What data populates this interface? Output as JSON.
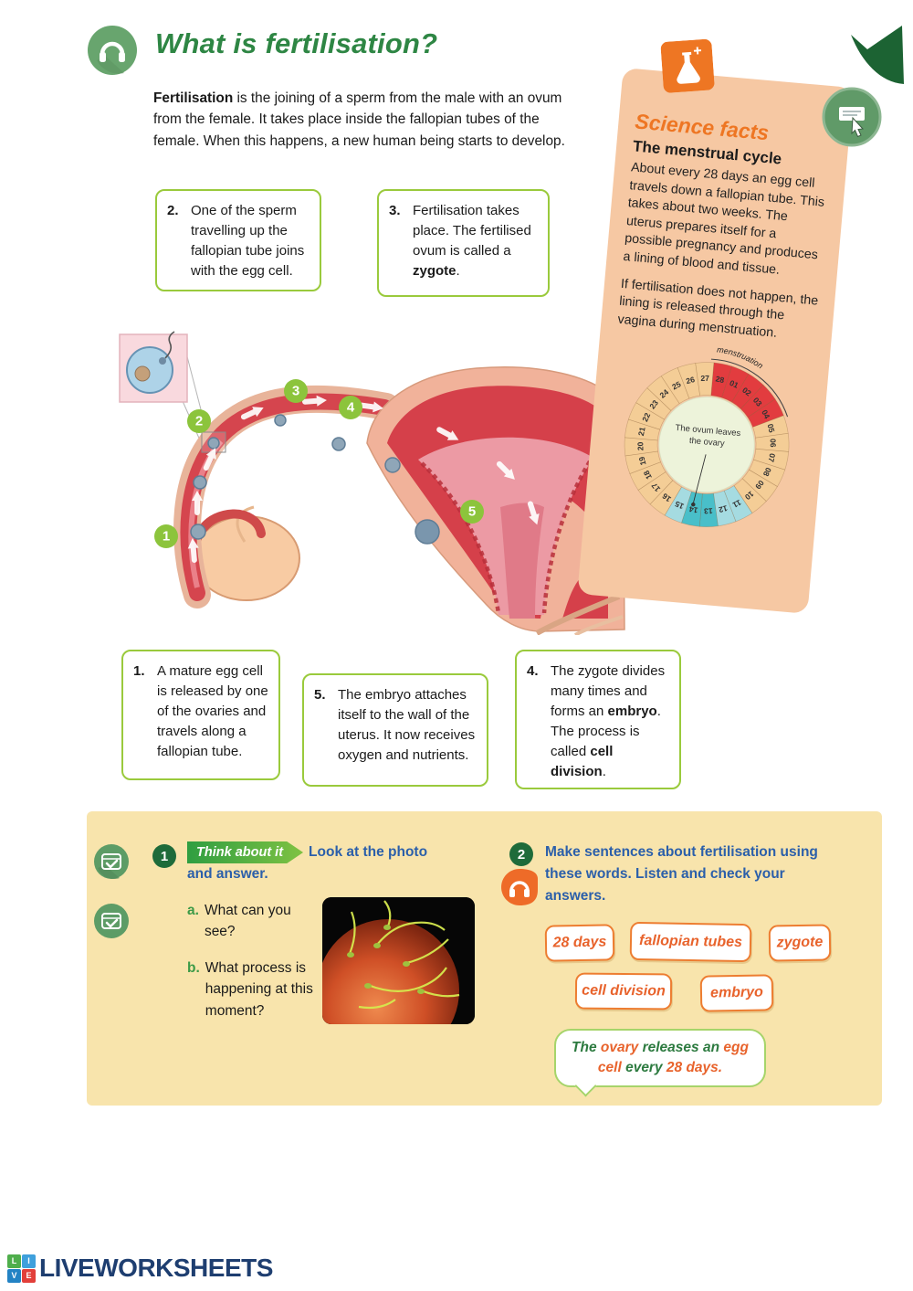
{
  "header": {
    "title": "What is fertilisation?"
  },
  "intro": {
    "segments": [
      {
        "t": "Fertilisation",
        "b": 1
      },
      {
        "t": " is the joining of a sperm from the male with an ovum from the female. It takes place inside the fallopian tubes of the female. When this happens, a new human being starts to develop."
      }
    ]
  },
  "boxes": {
    "b2": {
      "num": "2.",
      "segments": [
        {
          "t": "One of the sperm travelling up the fallopian tube joins with the egg cell."
        }
      ]
    },
    "b3": {
      "num": "3.",
      "segments": [
        {
          "t": "Fertilisation takes place. The fertilised ovum is called a "
        },
        {
          "t": "zygote",
          "b": 1
        },
        {
          "t": "."
        }
      ]
    },
    "b1": {
      "num": "1.",
      "segments": [
        {
          "t": "A mature egg cell is released by one of the ovaries and travels along a fallopian tube."
        }
      ]
    },
    "b5": {
      "num": "5.",
      "segments": [
        {
          "t": "The embryo attaches itself to the wall of the uterus. It now receives oxygen and nutrients."
        }
      ]
    },
    "b4": {
      "num": "4.",
      "segments": [
        {
          "t": "The zygote divides many times and forms an "
        },
        {
          "t": "embryo",
          "b": 1
        },
        {
          "t": ". The process is called "
        },
        {
          "t": "cell division",
          "b": 1
        },
        {
          "t": "."
        }
      ]
    }
  },
  "diagram": {
    "markers": [
      "1",
      "2",
      "3",
      "4",
      "5"
    ]
  },
  "science_facts": {
    "title": "Science facts",
    "subtitle": "The menstrual cycle",
    "para1": "About every 28 days an egg cell travels down a fallopian tube. This takes about two weeks. The uterus prepares itself for a possible pregnancy and produces a lining of blood and tissue.",
    "para2": "If fertilisation does not happen, the lining is released through the vagina during menstruation.",
    "wheel": {
      "days": [
        "28",
        "01",
        "02",
        "03",
        "04",
        "05",
        "06",
        "07",
        "08",
        "09",
        "10",
        "11",
        "12",
        "13",
        "14",
        "15",
        "16",
        "17",
        "18",
        "19",
        "20",
        "21",
        "22",
        "23",
        "24",
        "25",
        "26",
        "27"
      ],
      "menstruation_days": [
        "28",
        "01",
        "02",
        "03",
        "04"
      ],
      "ovulation_days": [
        "11",
        "12",
        "15"
      ],
      "peak_days": [
        "13",
        "14"
      ],
      "arc_label": "menstruation",
      "center_line1": "The ovum leaves",
      "center_line2": "the ovary",
      "colors": {
        "ring": "#f4cd96",
        "menstruation": "#e23c3f",
        "ovulation": "#a5dbe1",
        "peak": "#49bfc9",
        "center": "#edf3da"
      }
    }
  },
  "activities": {
    "ex1": {
      "number": "1",
      "banner": "Think about it",
      "instruction": "Look at the photo and answer.",
      "items": [
        {
          "letter": "a.",
          "text": "What can you see?"
        },
        {
          "letter": "b.",
          "text": "What process is happening at this moment?"
        }
      ]
    },
    "ex2": {
      "number": "2",
      "instruction": "Make sentences about fertilisation using these words. Listen and check your answers.",
      "chips": [
        "28 days",
        "fallopian tubes",
        "zygote",
        "cell division",
        "embryo"
      ],
      "bubble_segments": [
        {
          "t": "The ",
          "c": "green"
        },
        {
          "t": "ovary",
          "c": "orange"
        },
        {
          "t": " releases an ",
          "c": "green"
        },
        {
          "t": "egg cell",
          "c": "orange"
        },
        {
          "t": " every ",
          "c": "green"
        },
        {
          "t": "28 days.",
          "c": "orange"
        }
      ]
    }
  },
  "footer": {
    "logo_letters": [
      "L",
      "I",
      "V",
      "E"
    ],
    "logo_text": "LIVEWORKSHEETS"
  }
}
